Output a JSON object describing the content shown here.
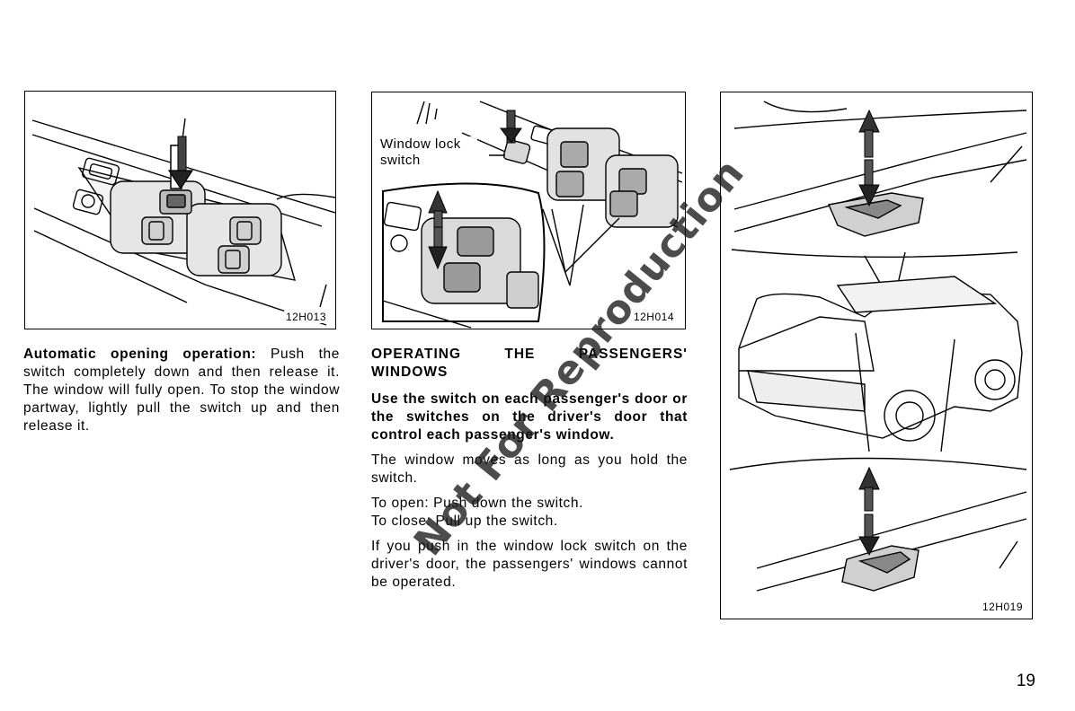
{
  "figures": {
    "left": {
      "code": "12H013"
    },
    "middle": {
      "code": "12H014",
      "callout": "Window lock switch"
    },
    "right": {
      "code": "12H019"
    }
  },
  "left_column": {
    "lead": "Automatic opening operation:",
    "body": " Push the switch completely down and then release it. The window will fully open. To stop the window partway, lightly pull the switch up and then release it."
  },
  "middle_column": {
    "heading": "OPERATING THE PASSENGERS' WINDOWS",
    "bold_paragraph": "Use the switch on each passenger's door or the switches on the driver's door that control each passenger's window.",
    "para1": "The window moves as long as you hold the switch.",
    "open_line": "To open: Push down the switch.",
    "close_line": "To close: Pull up the switch.",
    "para3": "If you push in the window lock switch on the driver's door, the passengers' windows cannot be operated."
  },
  "watermark": "Not For Reproduction",
  "page_number": "19"
}
